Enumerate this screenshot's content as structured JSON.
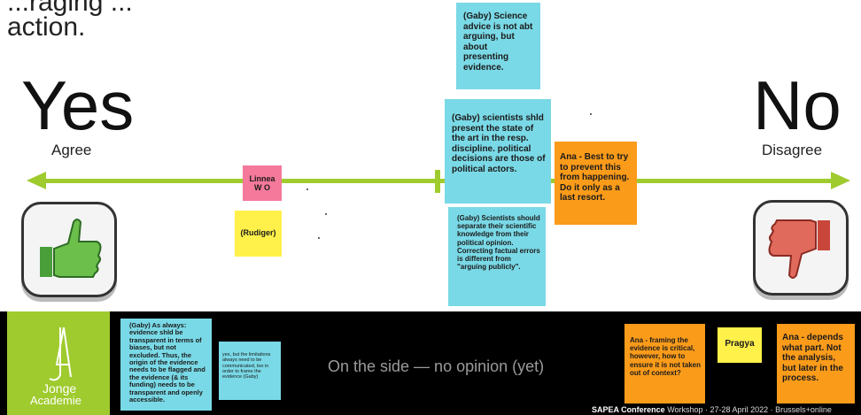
{
  "heading": {
    "line1": "...raging ...",
    "line2": "action."
  },
  "scale": {
    "yes": "Yes",
    "no": "No",
    "agree": "Agree",
    "disagree": "Disagree"
  },
  "notes": {
    "linnea": "Linnea W O",
    "rudiger": "(Rudiger)",
    "gaby_advice": "(Gaby) Science advice is not abt arguing, but about presenting evidence.",
    "gaby_state": "(Gaby) scientists shld present the state of the art in the resp. discipline. political decisions are those of political actors.",
    "ana_prevent": "Ana - Best to try to prevent this from happening. Do it only as a last resort.",
    "gaby_separate": "(Gaby) Scientists should separate their scientific knowledge from their political opinion. Correcting factual errors is different from \"arguing publicly\".",
    "gaby_always": "(Gaby) As always: evidence shld be transparent in terms of biases, but not excluded. Thus, the origin of the evidence needs to be flagged and the evidence (& its funding) needs to be transparent and openly accessible.",
    "gaby_limitations": "yes, but the limitations always need to be communicated, too in order to frame the evidence (Gaby)",
    "ana_framing": "Ana - framing the evidence is critical, however, how to ensure it is not taken out of context?",
    "pragya": "Pragya",
    "ana_depends": "Ana - depends what part. Not the analysis, but later in the process."
  },
  "bottom": {
    "side_label": "On the side — no opinion (yet)",
    "logo_line1": "Jonge",
    "logo_line2": "Academie",
    "footer_bold": "SAPEA Conference",
    "footer_rest": " Workshop · 27-28 April 2022 · Brussels+online"
  },
  "colors": {
    "axis_green": "#9fcb2e",
    "cyan_note": "#7ad9e6",
    "orange_note": "#fa9b1a",
    "yellow_note": "#fff04a",
    "pink_note": "#f4799a"
  },
  "icons": [
    "thumbs-up-icon",
    "thumbs-down-icon",
    "jonge-academie-logo"
  ]
}
